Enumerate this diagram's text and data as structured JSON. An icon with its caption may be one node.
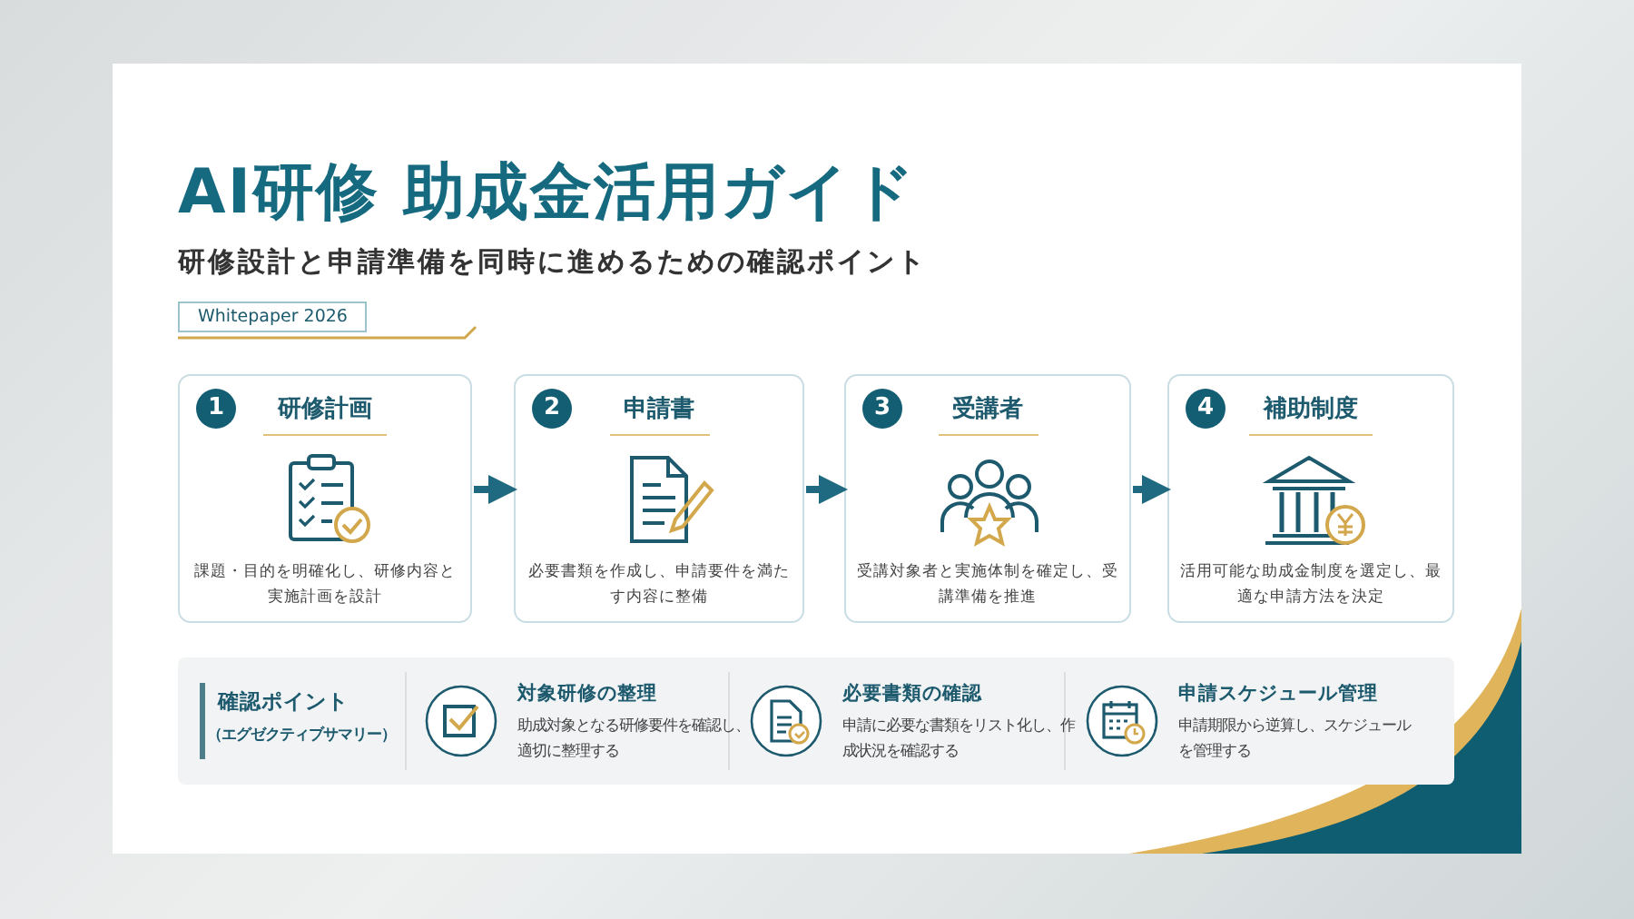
{
  "diagram": {
    "title": "AI研修 助成金活用ガイド",
    "nodes": [
      {
        "text": [
          "1",
          "研修計画",
          "課題・目的を明確化し、研修内容と実施計画を設計"
        ]
      },
      {
        "text": [
          "2",
          "申請書",
          "必要書類を作成し、申請要件を満たす内容に整備"
        ]
      },
      {
        "text": [
          "3",
          "受講者",
          "受講対象者と実施体制を確定し、受講準備を推進"
        ]
      },
      {
        "text": [
          "4",
          "補助制度",
          "活用可能な助成金制度を選定し、最適な申請方法を決定"
        ]
      },
      {
        "text": [
          "確認ポイント",
          "（エグゼクティブサマリー）"
        ]
      }
    ],
    "edges": [
      {
        "from": 0,
        "to": 1,
        "arrow": "to"
      },
      {
        "from": 1,
        "to": 2,
        "arrow": "to"
      },
      {
        "from": 2,
        "to": 3,
        "arrow": "to"
      }
    ],
    "labels": [
      "研修設計と申請準備を同時に進めるための確認ポイント",
      "Whitepaper 2026",
      "対象研修の整理",
      "助成対象となる研修要件を確認し、適切に整理する",
      "必要書類の確認",
      "申請に必要な書類をリスト化し、作成状況を確認する",
      "申請スケジュール管理",
      "申請期限から逆算し、スケジュールを管理する"
    ]
  }
}
